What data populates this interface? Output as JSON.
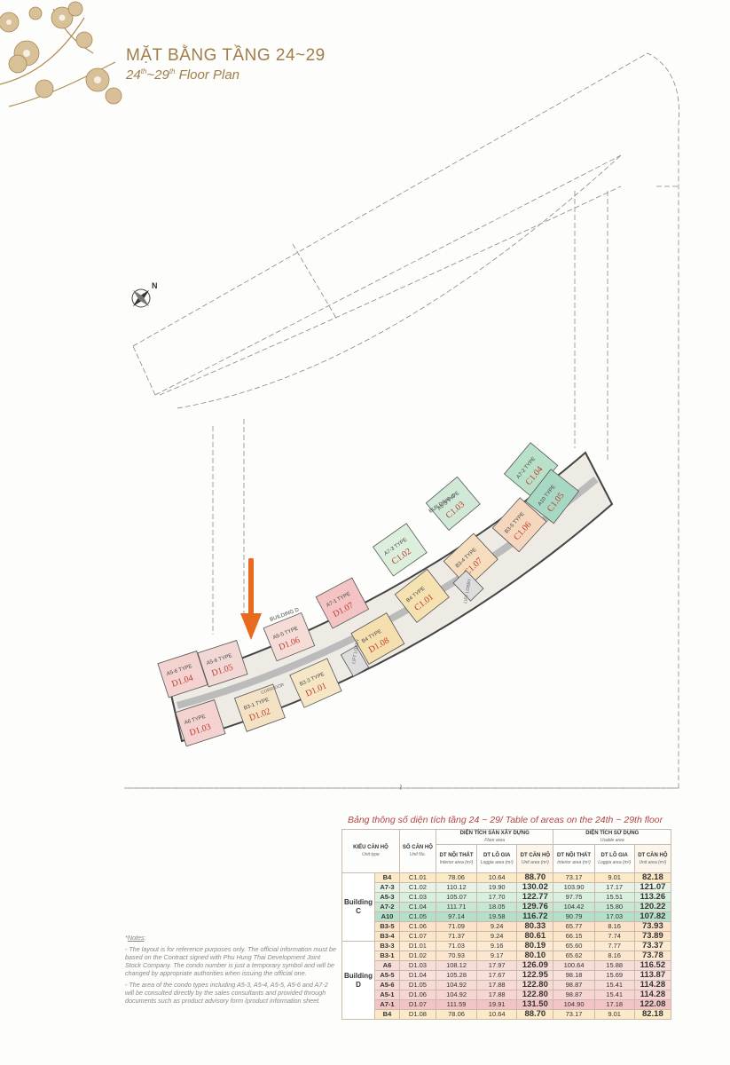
{
  "header": {
    "title_vn": "MẶT BẰNG TẦNG 24~29",
    "title_en_part1": "24",
    "title_en_sup1": "th",
    "title_en_part2": "~29",
    "title_en_sup2": "th",
    "title_en_part3": " Floor Plan"
  },
  "plan": {
    "compass_label": "N",
    "building_c_label": "BUILDING C",
    "building_d_label": "BUILDING D",
    "corridor_label": "CORRIDOR",
    "lift_lobby_label": "LIFT LOBBY",
    "highlight_color": "#e86a1e",
    "units": [
      {
        "type": "A5-6 TYPE",
        "code": "D1.04",
        "color": "#f3d2cf"
      },
      {
        "type": "A6 TYPE",
        "code": "D1.03",
        "color": "#f3d2cf"
      },
      {
        "type": "A5-6 TYPE",
        "code": "D1.05",
        "color": "#f2d8d4"
      },
      {
        "type": "B3-1 TYPE",
        "code": "D1.02",
        "color": "#f4e2c4"
      },
      {
        "type": "A5-5 TYPE",
        "code": "D1.06",
        "color": "#f5dcd7"
      },
      {
        "type": "B3-3 TYPE",
        "code": "D1.01",
        "color": "#f5e7c6"
      },
      {
        "type": "A7-1 TYPE",
        "code": "D1.07",
        "color": "#f4c4c4"
      },
      {
        "type": "B4 TYPE",
        "code": "D1.08",
        "color": "#f5dfae"
      },
      {
        "type": "A7-3 TYPE",
        "code": "C1.02",
        "color": "#dcefdc"
      },
      {
        "type": "B4 TYPE",
        "code": "C1.01",
        "color": "#f5e2b0"
      },
      {
        "type": "A5-3 TYPE",
        "code": "C1.03",
        "color": "#cfe9d6"
      },
      {
        "type": "B3-4 TYPE",
        "code": "C1.07",
        "color": "#f6ddbd"
      },
      {
        "type": "B3-5 TYPE",
        "code": "C1.06",
        "color": "#f5d7bd"
      },
      {
        "type": "A7-2 TYPE",
        "code": "C1.04",
        "color": "#b9e0c9"
      },
      {
        "type": "A10 TYPE",
        "code": "C1.05",
        "color": "#a7d8c3"
      }
    ]
  },
  "table": {
    "title_vn": "Bảng thông số diện tích tầng 24 ~ 29/ ",
    "title_en": "Table of areas on the 24th ~ 29th floor",
    "head": {
      "unit_type": "KIỂU CĂN HỘ",
      "unit_type_en": "Unit type",
      "unit_no": "SỐ CĂN HỘ",
      "unit_no_en": "Unit No.",
      "floor_area": "DIỆN TÍCH SÀN XÂY DỰNG",
      "floor_area_en": "Floor area",
      "usable_area": "DIỆN TÍCH SỬ DỤNG",
      "usable_area_en": "Usable area",
      "interior": "DT NỘI THẤT",
      "interior_en": "Interior area (m²)",
      "loggia": "DT LÔ GIA",
      "loggia_en": "Loggia area (m²)",
      "unit_area": "DT CĂN HỘ",
      "unit_area_en": "Unit area (m²)"
    },
    "building_c": "Building C",
    "building_d": "Building D",
    "rows_c": [
      {
        "type": "B4",
        "no": "C1.01",
        "f_int": "78.06",
        "f_log": "10.64",
        "f_unit": "88.70",
        "u_int": "73.17",
        "u_log": "9.01",
        "u_unit": "82.18",
        "color": "#fbe9c8"
      },
      {
        "type": "A7-3",
        "no": "C1.02",
        "f_int": "110.12",
        "f_log": "19.90",
        "f_unit": "130.02",
        "u_int": "103.90",
        "u_log": "17.17",
        "u_unit": "121.07",
        "color": "#e6f3e6"
      },
      {
        "type": "A5-3",
        "no": "C1.03",
        "f_int": "105.07",
        "f_log": "17.70",
        "f_unit": "122.77",
        "u_int": "97.75",
        "u_log": "15.51",
        "u_unit": "113.26",
        "color": "#d9efdf"
      },
      {
        "type": "A7-2",
        "no": "C1.04",
        "f_int": "111.71",
        "f_log": "18.05",
        "f_unit": "129.76",
        "u_int": "104.42",
        "u_log": "15.80",
        "u_unit": "120.22",
        "color": "#c8e7d3"
      },
      {
        "type": "A10",
        "no": "C1.05",
        "f_int": "97.14",
        "f_log": "19.58",
        "f_unit": "116.72",
        "u_int": "90.79",
        "u_log": "17.03",
        "u_unit": "107.82",
        "color": "#b6dfcb"
      },
      {
        "type": "B3-5",
        "no": "C1.06",
        "f_int": "71.09",
        "f_log": "9.24",
        "f_unit": "80.33",
        "u_int": "65.77",
        "u_log": "8.16",
        "u_unit": "73.93",
        "color": "#fbe2c8"
      },
      {
        "type": "B3-4",
        "no": "C1.07",
        "f_int": "71.37",
        "f_log": "9.24",
        "f_unit": "80.61",
        "u_int": "66.15",
        "u_log": "7.74",
        "u_unit": "73.89",
        "color": "#fbe6c9"
      }
    ],
    "rows_d": [
      {
        "type": "B3-3",
        "no": "D1.01",
        "f_int": "71.03",
        "f_log": "9.16",
        "f_unit": "80.19",
        "u_int": "65.60",
        "u_log": "7.77",
        "u_unit": "73.37",
        "color": "#fcebd2"
      },
      {
        "type": "B3-1",
        "no": "D1.02",
        "f_int": "70.93",
        "f_log": "9.17",
        "f_unit": "80.10",
        "u_int": "65.62",
        "u_log": "8.16",
        "u_unit": "73.78",
        "color": "#fbe6cf"
      },
      {
        "type": "A6",
        "no": "D1.03",
        "f_int": "108.12",
        "f_log": "17.97",
        "f_unit": "126.09",
        "u_int": "100.64",
        "u_log": "15.88",
        "u_unit": "116.52",
        "color": "#f8dcd8"
      },
      {
        "type": "A5-5",
        "no": "D1.04",
        "f_int": "105.28",
        "f_log": "17.67",
        "f_unit": "122.95",
        "u_int": "98.18",
        "u_log": "15.69",
        "u_unit": "113.87",
        "color": "#f8e0dc"
      },
      {
        "type": "A5-6",
        "no": "D1.05",
        "f_int": "104.92",
        "f_log": "17.88",
        "f_unit": "122.80",
        "u_int": "98.87",
        "u_log": "15.41",
        "u_unit": "114.28",
        "color": "#f7d9d6"
      },
      {
        "type": "A5-1",
        "no": "D1.06",
        "f_int": "104.92",
        "f_log": "17.88",
        "f_unit": "122.80",
        "u_int": "98.87",
        "u_log": "15.41",
        "u_unit": "114.28",
        "color": "#f6d5d3"
      },
      {
        "type": "A7-1",
        "no": "D1.07",
        "f_int": "111.59",
        "f_log": "19.91",
        "f_unit": "131.50",
        "u_int": "104.90",
        "u_log": "17.18",
        "u_unit": "122.08",
        "color": "#f2c4c6"
      },
      {
        "type": "B4",
        "no": "D1.08",
        "f_int": "78.06",
        "f_log": "10.64",
        "f_unit": "88.70",
        "u_int": "73.17",
        "u_log": "9.01",
        "u_unit": "82.18",
        "color": "#fbe9c8"
      }
    ]
  },
  "notes": {
    "heading": "Notes",
    "note1": "- The layout is for reference purposes only. The official information must be based on the Contract signed with Phu Hung Thai Development Joint Stock Company. The condo number is just a temporary symbol and will be changed by appropriate authorities when issuing the official one.",
    "note2": "- The area of the condo types including A5-3, A5-4, A5-5, A5-6 and A7-2 will be consulted directly by the sales consultants and provided through documents such as product advisory form /product information sheet."
  }
}
